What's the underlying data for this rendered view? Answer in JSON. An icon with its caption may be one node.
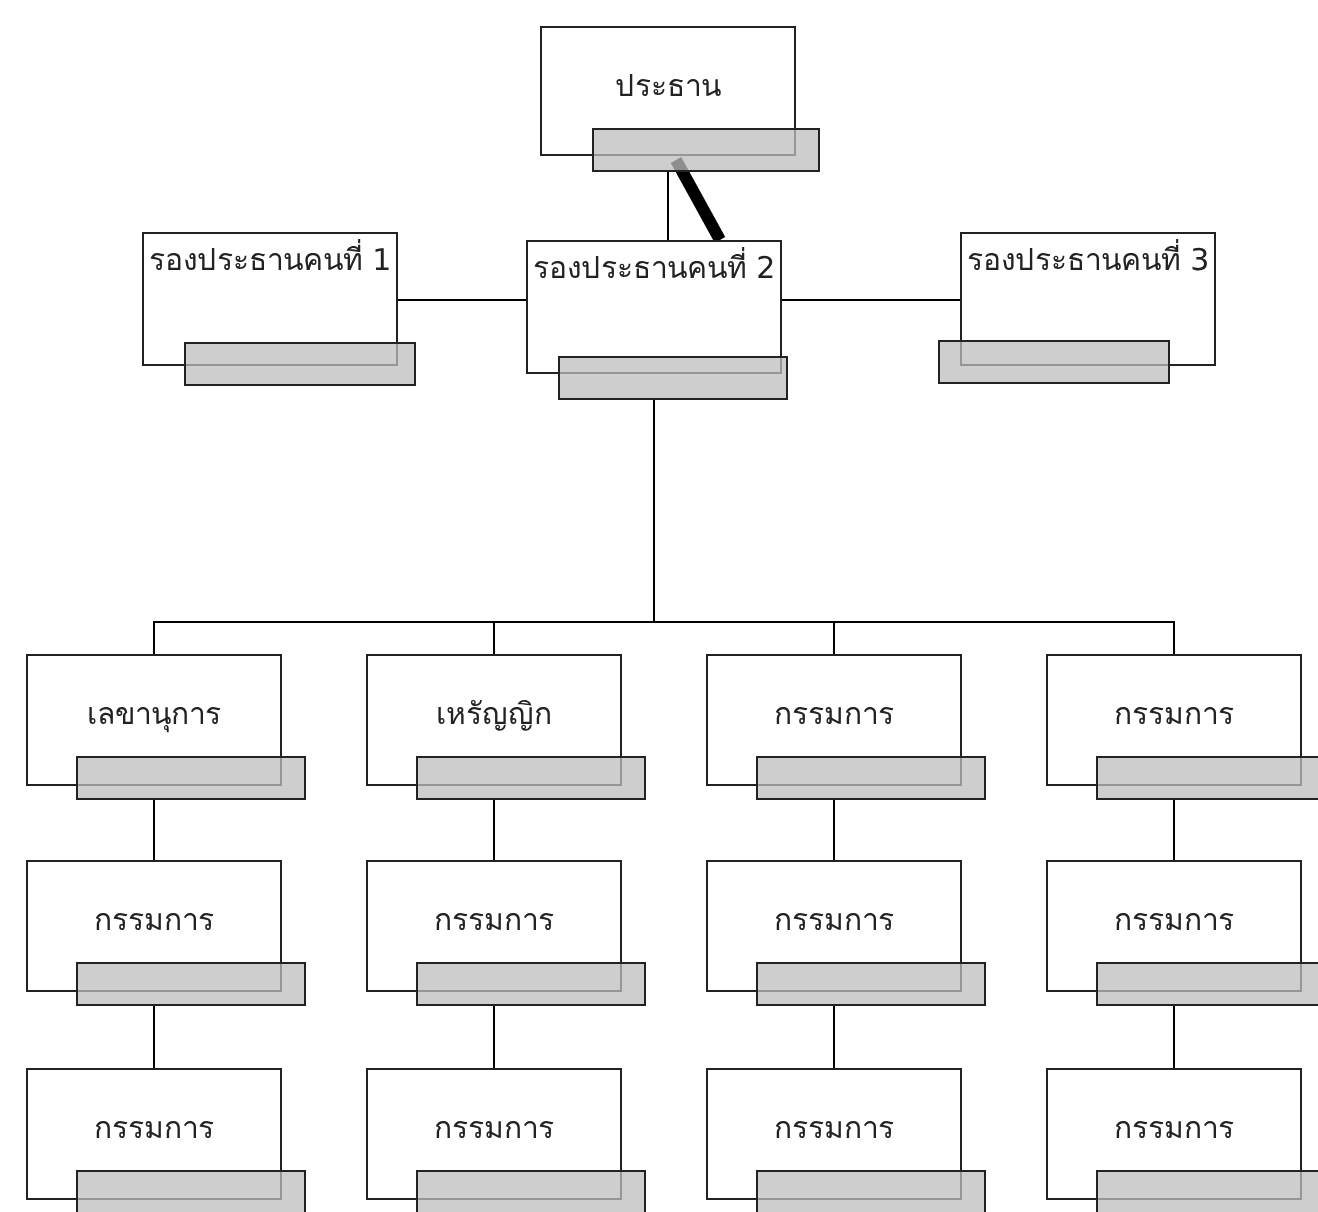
{
  "diagram": {
    "nodes": [
      {
        "text": [
          "ประธาน"
        ]
      },
      {
        "text": [
          "รองประธานคนที่ 1"
        ]
      },
      {
        "text": [
          "รองประธานคนที่ 2"
        ]
      },
      {
        "text": [
          "รองประธานคนที่ 3"
        ]
      },
      {
        "text": [
          "เลขานุการ"
        ]
      },
      {
        "text": [
          "เหรัญญิก"
        ]
      },
      {
        "text": [
          "กรรมการ"
        ]
      },
      {
        "text": [
          "กรรมการ"
        ]
      },
      {
        "text": [
          "กรรมการ"
        ]
      },
      {
        "text": [
          "กรรมการ"
        ]
      },
      {
        "text": [
          "กรรมการ"
        ]
      },
      {
        "text": [
          "กรรมการ"
        ]
      },
      {
        "text": [
          "กรรมการ"
        ]
      },
      {
        "text": [
          "กรรมการ"
        ]
      },
      {
        "text": [
          "กรรมการ"
        ]
      },
      {
        "text": [
          "กรรมการ"
        ]
      },
      {
        "text": [],
        "shape": "bar",
        "in": 0
      },
      {
        "text": [],
        "shape": "bar",
        "in": 1
      },
      {
        "text": [],
        "shape": "bar",
        "in": 2
      },
      {
        "text": [],
        "shape": "bar",
        "in": 3
      },
      {
        "text": [],
        "shape": "bar",
        "in": 4
      },
      {
        "text": [],
        "shape": "bar",
        "in": 5
      },
      {
        "text": [],
        "shape": "bar",
        "in": 6
      },
      {
        "text": [],
        "shape": "bar",
        "in": 7
      },
      {
        "text": [],
        "shape": "bar",
        "in": 8
      },
      {
        "text": [],
        "shape": "bar",
        "in": 9
      },
      {
        "text": [],
        "shape": "bar",
        "in": 10
      },
      {
        "text": [],
        "shape": "bar",
        "in": 11
      },
      {
        "text": [],
        "shape": "bar",
        "in": 12
      },
      {
        "text": [],
        "shape": "bar",
        "in": 13
      },
      {
        "text": [],
        "shape": "bar",
        "in": 14
      },
      {
        "text": [],
        "shape": "bar",
        "in": 15
      }
    ],
    "edges": [
      {
        "from": 0,
        "to": 2,
        "arrow": "none"
      },
      {
        "from": 0,
        "to": 2,
        "arrow": "none",
        "style": "thick"
      },
      {
        "from": 2,
        "to": 1,
        "arrow": "none"
      },
      {
        "from": 2,
        "to": 3,
        "arrow": "none"
      },
      {
        "from": 2,
        "to": 4,
        "arrow": "none"
      },
      {
        "from": 2,
        "to": 5,
        "arrow": "none"
      },
      {
        "from": 2,
        "to": 6,
        "arrow": "none"
      },
      {
        "from": 2,
        "to": 7,
        "arrow": "none"
      },
      {
        "from": 4,
        "to": 8,
        "arrow": "none"
      },
      {
        "from": 5,
        "to": 9,
        "arrow": "none"
      },
      {
        "from": 6,
        "to": 10,
        "arrow": "none"
      },
      {
        "from": 7,
        "to": 11,
        "arrow": "none"
      },
      {
        "from": 8,
        "to": 12,
        "arrow": "none"
      },
      {
        "from": 9,
        "to": 13,
        "arrow": "none"
      },
      {
        "from": 10,
        "to": 14,
        "arrow": "none"
      },
      {
        "from": 11,
        "to": 15,
        "arrow": "none"
      }
    ]
  }
}
